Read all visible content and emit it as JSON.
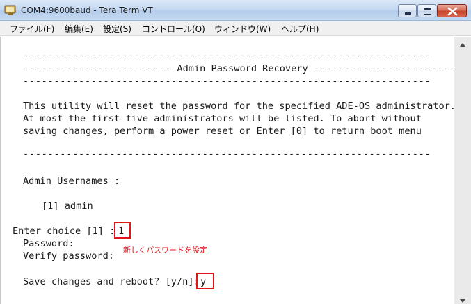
{
  "window": {
    "title": "COM4:9600baud - Tera Term VT",
    "icon": "tera-term-icon"
  },
  "menu": [
    {
      "label": "ファイル(F)"
    },
    {
      "label": "編集(E)"
    },
    {
      "label": "設定(S)"
    },
    {
      "label": "コントロール(O)"
    },
    {
      "label": "ウィンドウ(W)"
    },
    {
      "label": "ヘルプ(H)"
    }
  ],
  "terminal": {
    "rule_top": "------------------------------------------------------------------",
    "header_left_dashes": "------------------------",
    "header_title": "Admin Password Recovery",
    "header_right_dashes": "------------------------",
    "rule_after_header": "------------------------------------------------------------------",
    "description": [
      "This utility will reset the password for the specified ADE-OS administrator.",
      "At most the first five administrators will be listed. To abort without",
      "saving changes, perform a power reset or Enter [0] to return boot menu"
    ],
    "rule_after_description": "------------------------------------------------------------------",
    "usernames_label": "Admin Usernames :",
    "usernames": [
      "[1] admin"
    ],
    "choice_prompt": "Enter choice [1] :",
    "choice_value": "1",
    "password_prompt": "Password:",
    "verify_prompt": "Verify password:",
    "save_prompt": "Save changes and reboot? [y/n]:",
    "save_value": "y"
  },
  "annotation": {
    "note": "新しくパスワードを設定",
    "color": "#e0141a"
  }
}
